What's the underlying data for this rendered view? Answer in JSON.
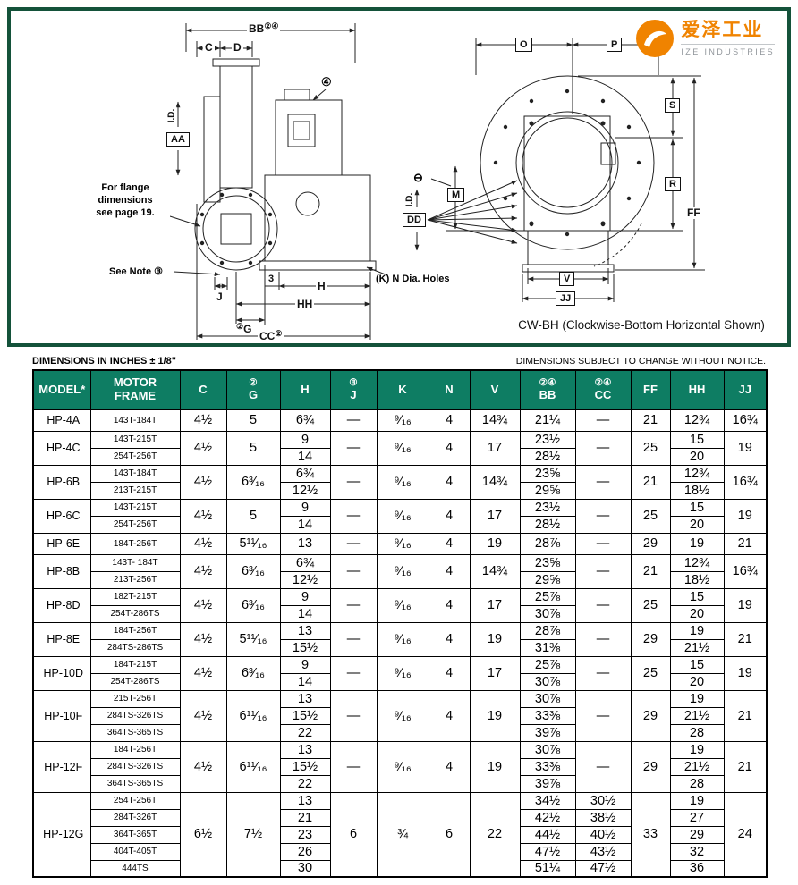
{
  "logo": {
    "cn": "爱泽工业",
    "en": "IZE INDUSTRIES"
  },
  "diagram": {
    "caption": "CW-BH (Clockwise-Bottom Horizontal Shown)",
    "labels": {
      "bb": "BB",
      "bb_sup": "②④",
      "c": "C",
      "d": "D",
      "note4": "④",
      "aa": "AA",
      "aa_id": "I.D.",
      "flange_note": "For flange\ndimensions\nsee page 19.",
      "see_note": "See Note ③",
      "j": "J",
      "three": "3",
      "h": "H",
      "hh": "HH",
      "g": "G",
      "g_sup": "②",
      "cc": "CC",
      "cc_sup": "②",
      "k_holes": "(K) N Dia. Holes",
      "o": "O",
      "p": "P",
      "s": "S",
      "r": "R",
      "ff": "FF",
      "m": "M",
      "minus": "⊖",
      "dd": "DD",
      "dd_id": "I.D.",
      "v": "V",
      "jj": "JJ"
    }
  },
  "notes": {
    "left": "DIMENSIONS IN INCHES ± 1/8\"",
    "right": "DIMENSIONS SUBJECT TO CHANGE WITHOUT NOTICE."
  },
  "table": {
    "headers": [
      {
        "sup": "",
        "label": "MODEL*"
      },
      {
        "sup": "",
        "label": "MOTOR\nFRAME"
      },
      {
        "sup": "",
        "label": "C"
      },
      {
        "sup": "②",
        "label": "G"
      },
      {
        "sup": "",
        "label": "H"
      },
      {
        "sup": "③",
        "label": "J"
      },
      {
        "sup": "",
        "label": "K"
      },
      {
        "sup": "",
        "label": "N"
      },
      {
        "sup": "",
        "label": "V"
      },
      {
        "sup": "②④",
        "label": "BB"
      },
      {
        "sup": "②④",
        "label": "CC"
      },
      {
        "sup": "",
        "label": "FF"
      },
      {
        "sup": "",
        "label": "HH"
      },
      {
        "sup": "",
        "label": "JJ"
      }
    ],
    "rows": [
      {
        "model": "HP-4A",
        "frames": [
          "143T-184T"
        ],
        "c": "4½",
        "g": "5",
        "h": [
          "6¾"
        ],
        "j": "—",
        "k": "⁹⁄₁₆",
        "n": "4",
        "v": "14¾",
        "bb": [
          "21¼"
        ],
        "cc": "—",
        "ff": "21",
        "hh": [
          "12¾"
        ],
        "jj": "16¾"
      },
      {
        "model": "HP-4C",
        "frames": [
          "143T-215T",
          "254T-256T"
        ],
        "c": "4½",
        "g": "5",
        "h": [
          "9",
          "14"
        ],
        "j": "—",
        "k": "⁹⁄₁₆",
        "n": "4",
        "v": "17",
        "bb": [
          "23½",
          "28½"
        ],
        "cc": "—",
        "ff": "25",
        "hh": [
          "15",
          "20"
        ],
        "jj": "19"
      },
      {
        "model": "HP-6B",
        "frames": [
          "143T-184T",
          "213T-215T"
        ],
        "c": "4½",
        "g": "6³⁄₁₆",
        "h": [
          "6¾",
          "12½"
        ],
        "j": "—",
        "k": "⁹⁄₁₆",
        "n": "4",
        "v": "14¾",
        "bb": [
          "23⅝",
          "29⅝"
        ],
        "cc": "—",
        "ff": "21",
        "hh": [
          "12¾",
          "18½"
        ],
        "jj": "16¾"
      },
      {
        "model": "HP-6C",
        "frames": [
          "143T-215T",
          "254T-256T"
        ],
        "c": "4½",
        "g": "5",
        "h": [
          "9",
          "14"
        ],
        "j": "—",
        "k": "⁹⁄₁₆",
        "n": "4",
        "v": "17",
        "bb": [
          "23½",
          "28½"
        ],
        "cc": "—",
        "ff": "25",
        "hh": [
          "15",
          "20"
        ],
        "jj": "19"
      },
      {
        "model": "HP-6E",
        "frames": [
          "184T-256T"
        ],
        "c": "4½",
        "g": "5¹¹⁄₁₆",
        "h": [
          "13"
        ],
        "j": "—",
        "k": "⁹⁄₁₆",
        "n": "4",
        "v": "19",
        "bb": [
          "28⅞"
        ],
        "cc": "—",
        "ff": "29",
        "hh": [
          "19"
        ],
        "jj": "21"
      },
      {
        "model": "HP-8B",
        "frames": [
          "143T- 184T",
          "213T-256T"
        ],
        "c": "4½",
        "g": "6³⁄₁₆",
        "h": [
          "6¾",
          "12½"
        ],
        "j": "—",
        "k": "⁹⁄₁₆",
        "n": "4",
        "v": "14¾",
        "bb": [
          "23⅝",
          "29⅝"
        ],
        "cc": "—",
        "ff": "21",
        "hh": [
          "12¾",
          "18½"
        ],
        "jj": "16¾"
      },
      {
        "model": "HP-8D",
        "frames": [
          "182T-215T",
          "254T-286TS"
        ],
        "c": "4½",
        "g": "6³⁄₁₆",
        "h": [
          "9",
          "14"
        ],
        "j": "—",
        "k": "⁹⁄₁₆",
        "n": "4",
        "v": "17",
        "bb": [
          "25⅞",
          "30⅞"
        ],
        "cc": "—",
        "ff": "25",
        "hh": [
          "15",
          "20"
        ],
        "jj": "19"
      },
      {
        "model": "HP-8E",
        "frames": [
          "184T-256T",
          "284TS-286TS"
        ],
        "c": "4½",
        "g": "5¹¹⁄₁₆",
        "h": [
          "13",
          "15½"
        ],
        "j": "—",
        "k": "⁹⁄₁₆",
        "n": "4",
        "v": "19",
        "bb": [
          "28⅞",
          "31⅜"
        ],
        "cc": "—",
        "ff": "29",
        "hh": [
          "19",
          "21½"
        ],
        "jj": "21"
      },
      {
        "model": "HP-10D",
        "frames": [
          "184T-215T",
          "254T-286TS"
        ],
        "c": "4½",
        "g": "6³⁄₁₆",
        "h": [
          "9",
          "14"
        ],
        "j": "—",
        "k": "⁹⁄₁₆",
        "n": "4",
        "v": "17",
        "bb": [
          "25⅞",
          "30⅞"
        ],
        "cc": "—",
        "ff": "25",
        "hh": [
          "15",
          "20"
        ],
        "jj": "19"
      },
      {
        "model": "HP-10F",
        "frames": [
          "215T-256T",
          "284TS-326TS",
          "364TS-365TS"
        ],
        "c": "4½",
        "g": "6¹¹⁄₁₆",
        "h": [
          "13",
          "15½",
          "22"
        ],
        "j": "—",
        "k": "⁹⁄₁₆",
        "n": "4",
        "v": "19",
        "bb": [
          "30⅞",
          "33⅜",
          "39⅞"
        ],
        "cc": "—",
        "ff": "29",
        "hh": [
          "19",
          "21½",
          "28"
        ],
        "jj": "21"
      },
      {
        "model": "HP-12F",
        "frames": [
          "184T-256T",
          "284TS-326TS",
          "364TS-365TS"
        ],
        "c": "4½",
        "g": "6¹¹⁄₁₆",
        "h": [
          "13",
          "15½",
          "22"
        ],
        "j": "—",
        "k": "⁹⁄₁₆",
        "n": "4",
        "v": "19",
        "bb": [
          "30⅞",
          "33⅜",
          "39⅞"
        ],
        "cc": "—",
        "ff": "29",
        "hh": [
          "19",
          "21½",
          "28"
        ],
        "jj": "21"
      },
      {
        "model": "HP-12G",
        "frames": [
          "254T-256T",
          "284T-326T",
          "364T-365T",
          "404T-405T",
          "444TS"
        ],
        "c": "6½",
        "g": "7½",
        "h": [
          "13",
          "21",
          "23",
          "26",
          "30"
        ],
        "j": "6",
        "k": "¾",
        "n": "6",
        "v": "22",
        "bb": [
          "34½",
          "42½",
          "44½",
          "47½",
          "51¼"
        ],
        "cc": [
          "30½",
          "38½",
          "40½",
          "43½",
          "47½"
        ],
        "ff": "33",
        "hh": [
          "19",
          "27",
          "29",
          "32",
          "36"
        ],
        "jj": "24"
      }
    ]
  }
}
